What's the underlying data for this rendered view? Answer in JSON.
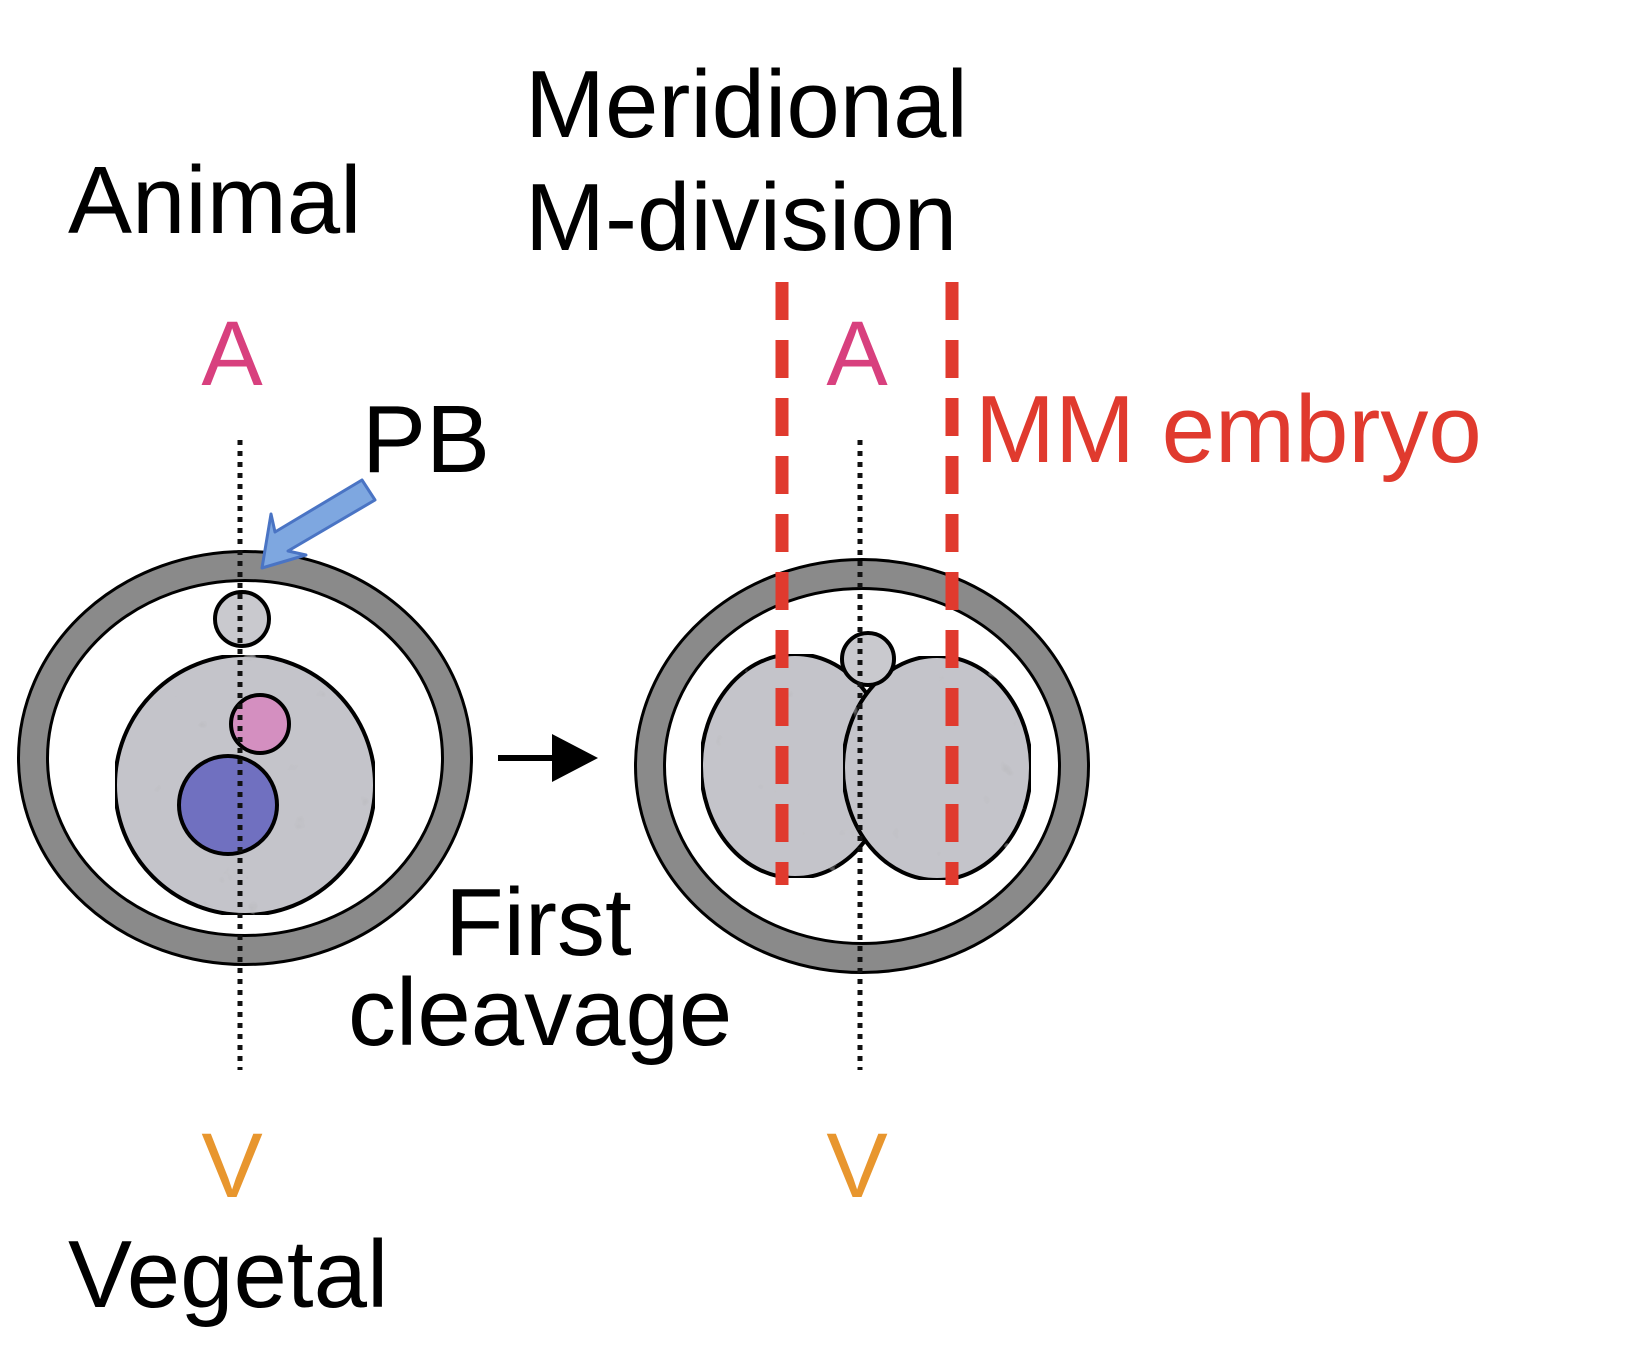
{
  "labels": {
    "animal": "Animal",
    "vegetal": "Vegetal",
    "meridional_line1": "Meridional",
    "meridional_line2": "M-division",
    "pb": "PB",
    "mm_embryo": "MM embryo",
    "first_line1": "First",
    "first_line2": "cleavage",
    "axis_a_left": "A",
    "axis_v_left": "V",
    "axis_a_right": "A",
    "axis_v_right": "V"
  },
  "colors": {
    "animal_pole": "#d8407e",
    "vegetal_pole": "#e8962e",
    "mm_label": "#e03a2e",
    "cut_line": "#e03a2e",
    "pb_arrow_fill": "#7ea7e0",
    "pb_arrow_stroke": "#4a74c4",
    "membrane": "#8a8a8a",
    "pronucleus_small": "#d48fc0",
    "pronucleus_large": "#7070c0",
    "cytoplasm": "#c4c4ca"
  },
  "icons": {
    "pb_pointer": "arrow-pointer-icon",
    "stage_transition": "right-arrow-icon"
  }
}
